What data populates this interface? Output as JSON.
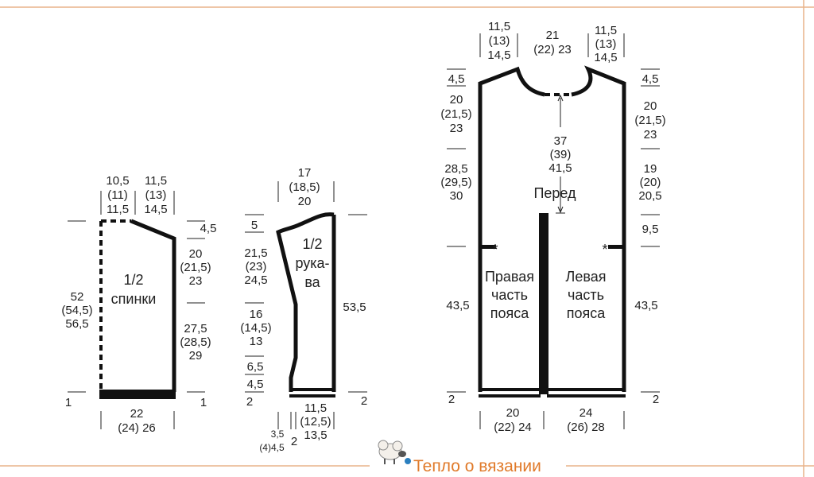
{
  "back": {
    "title_l1": "1/2",
    "title_l2": "спинки",
    "shoulder_w": [
      "10,5",
      "(11)",
      "11,5"
    ],
    "neck_w": [
      "11,5",
      "(13)",
      "14,5"
    ],
    "shoulder_drop": "4,5",
    "armhole": [
      "20",
      "(21,5)",
      "23"
    ],
    "side": [
      "27,5",
      "(28,5)",
      "29"
    ],
    "hem_right": "1",
    "hem_left": "1",
    "height": [
      "52",
      "(54,5)",
      "56,5"
    ],
    "width": [
      "22",
      "(24) 26"
    ]
  },
  "sleeve": {
    "title": [
      "1/2",
      "рука-",
      "ва"
    ],
    "top_w": [
      "17",
      "(18,5)",
      "20"
    ],
    "cap_rise": "5",
    "upper": [
      "21,5",
      "(23)",
      "24,5"
    ],
    "mid": [
      "16",
      "(14,5)",
      "13"
    ],
    "s1": "6,5",
    "s2": "4,5",
    "s3": "2",
    "length": "53,5",
    "hem_right": "2",
    "bottom": [
      "11,5",
      "(12,5)",
      "13,5"
    ],
    "cuff_a": [
      "3,5",
      "(4)4,5"
    ],
    "cuff_b": "2"
  },
  "front": {
    "title": "Перед",
    "right_part": [
      "Правая",
      "часть",
      "пояса"
    ],
    "left_part": [
      "Левая",
      "часть",
      "пояса"
    ],
    "shoulder_l": [
      "11,5",
      "(13)",
      "14,5"
    ],
    "neck": [
      "21",
      "(22) 23"
    ],
    "shoulder_r": [
      "11,5",
      "(13)",
      "14,5"
    ],
    "drop_l": "4,5",
    "drop_r": "4,5",
    "armhole_l": [
      "20",
      "(21,5)",
      "23"
    ],
    "armhole_r": [
      "20",
      "(21,5)",
      "23"
    ],
    "upper_l": [
      "28,5",
      "(29,5)",
      "30"
    ],
    "upper_r": [
      "19",
      "(20)",
      "20,5"
    ],
    "extra_r": "9,5",
    "center": [
      "37",
      "(39)",
      "41,5"
    ],
    "lower_l": "43,5",
    "lower_r": "43,5",
    "hem_l": "2",
    "hem_r": "2",
    "width_l": [
      "20",
      "(22) 24"
    ],
    "width_r": [
      "24",
      "(26) 28"
    ],
    "star": "*"
  },
  "watermark": {
    "text": "Тепло о вязании"
  }
}
